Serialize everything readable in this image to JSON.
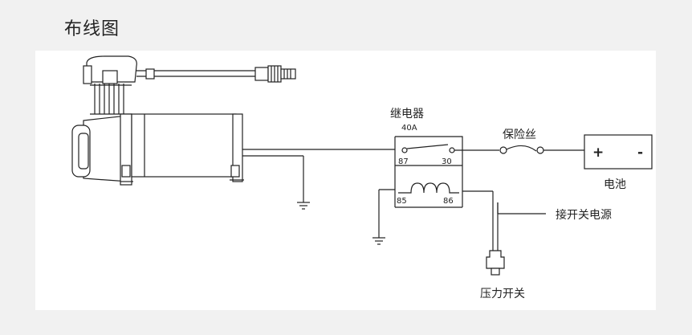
{
  "page": {
    "title": "布线图"
  },
  "diagram": {
    "relay": {
      "name": "继电器",
      "rating": "40A",
      "pin_87": "87",
      "pin_30": "30",
      "pin_85": "85",
      "pin_86": "86"
    },
    "fuse": {
      "label": "保险丝"
    },
    "battery": {
      "label": "电池",
      "positive": "+",
      "negative": "-"
    },
    "power": {
      "label": "接开关电源"
    },
    "pressure_switch": {
      "label": "压力开关"
    }
  },
  "colors": {
    "line": "#222222",
    "background": "#f1f1f1",
    "panel": "#ffffff"
  }
}
